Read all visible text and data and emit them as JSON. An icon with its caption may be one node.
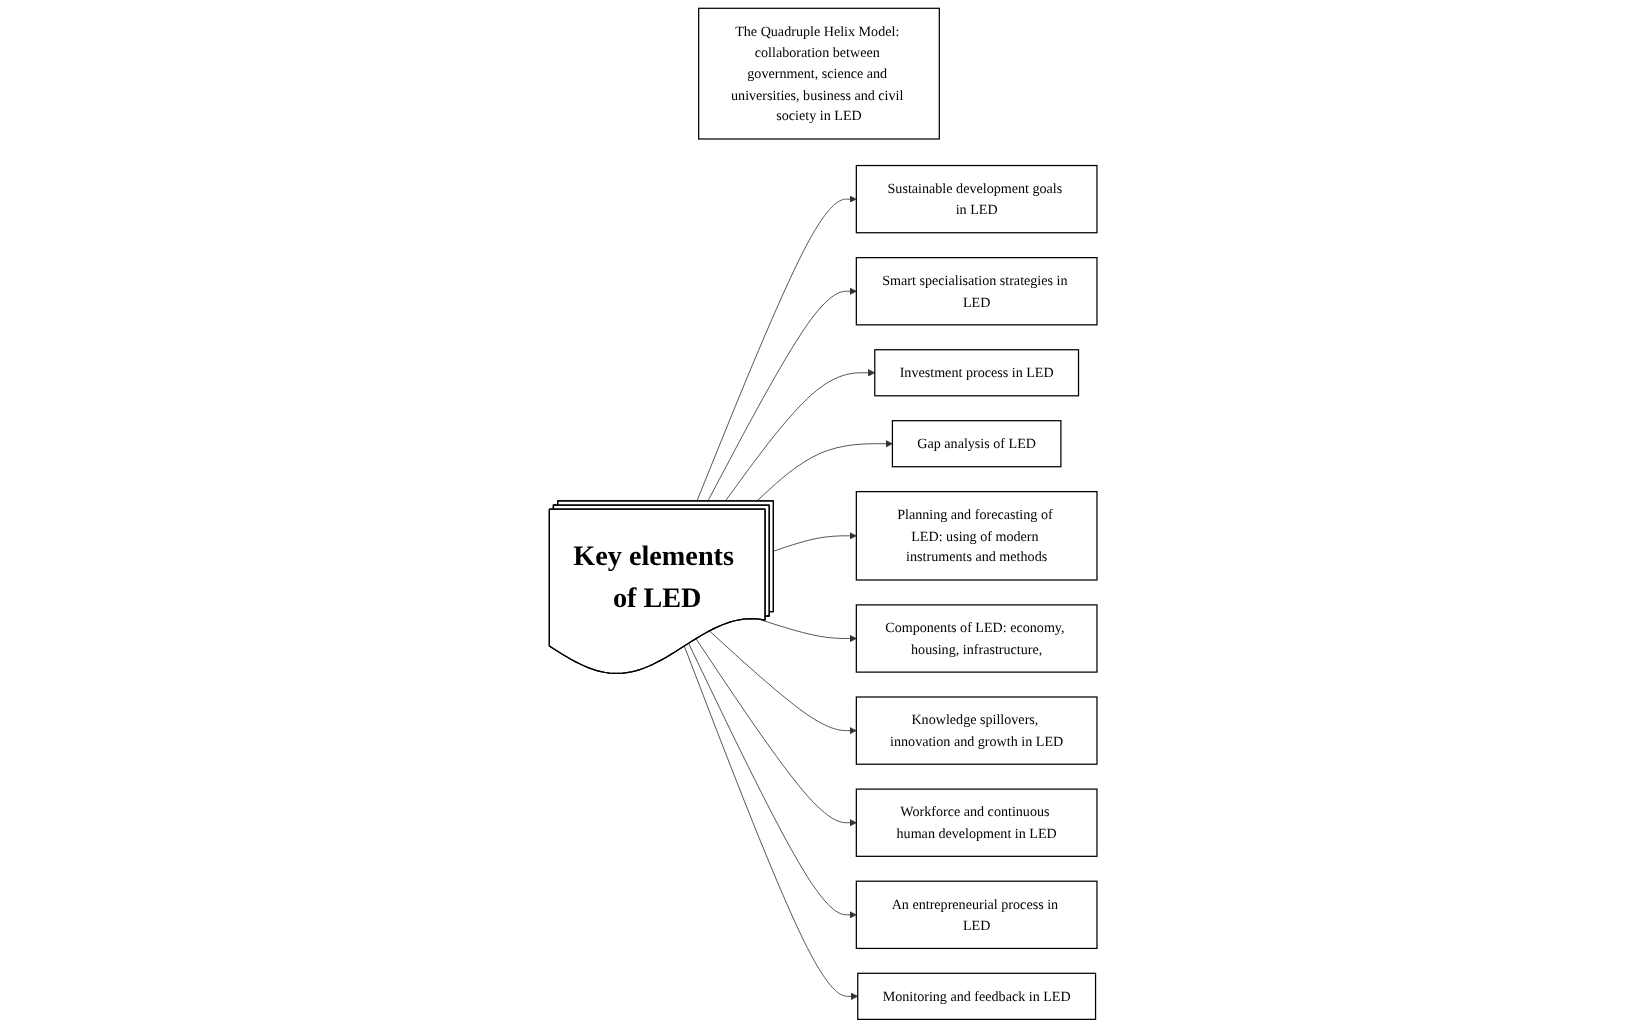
{
  "diagram": {
    "nodes": [
      {
        "text": [
          "The Quadruple Helix Model: collaboration between government, science and universities, business and civil society in LED"
        ]
      },
      {
        "text": [
          "Key elements of LED"
        ]
      },
      {
        "text": [
          "Sustainable development goals in LED"
        ]
      },
      {
        "text": [
          "Smart specialisation strategies in LED"
        ]
      },
      {
        "text": [
          "Investment process in LED"
        ]
      },
      {
        "text": [
          "Gap analysis of LED"
        ]
      },
      {
        "text": [
          "Planning and forecasting of LED: using of modern instruments and methods"
        ]
      },
      {
        "text": [
          "Components of LED: economy, housing, infrastructure,"
        ]
      },
      {
        "text": [
          "Knowledge spillovers, innovation and growth in LED"
        ]
      },
      {
        "text": [
          "Workforce and continuous human development in LED"
        ]
      },
      {
        "text": [
          "An entrepreneurial process in LED"
        ]
      },
      {
        "text": [
          "Monitoring and feedback in LED"
        ]
      }
    ],
    "edges": [
      {
        "from": 1,
        "to": 2,
        "arrow": "to"
      },
      {
        "from": 1,
        "to": 3,
        "arrow": "to"
      },
      {
        "from": 1,
        "to": 4,
        "arrow": "to"
      },
      {
        "from": 1,
        "to": 5,
        "arrow": "to"
      },
      {
        "from": 1,
        "to": 6,
        "arrow": "to"
      },
      {
        "from": 1,
        "to": 7,
        "arrow": "to"
      },
      {
        "from": 1,
        "to": 8,
        "arrow": "to"
      },
      {
        "from": 1,
        "to": 9,
        "arrow": "to"
      },
      {
        "from": 1,
        "to": 10,
        "arrow": "to"
      },
      {
        "from": 1,
        "to": 11,
        "arrow": "to"
      }
    ]
  }
}
